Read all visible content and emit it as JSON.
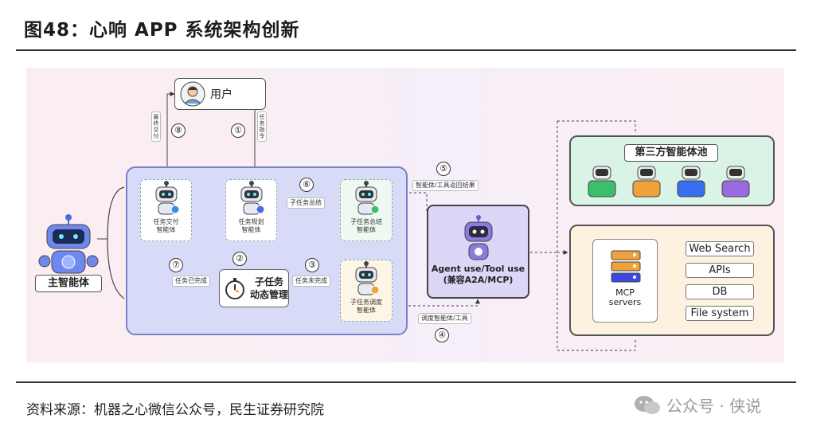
{
  "title": "图48：心响 APP 系统架构创新",
  "user": {
    "label": "用户"
  },
  "main_agent": {
    "label": "主智能体"
  },
  "agents": {
    "delivery": [
      "任务交付",
      "智能体"
    ],
    "planning": [
      "任务规划",
      "智能体"
    ],
    "summary": [
      "子任务总结",
      "智能体"
    ],
    "dispatch": [
      "子任务调度",
      "智能体"
    ]
  },
  "subtask_manager": {
    "line1": "子任务",
    "line2": "动态管理"
  },
  "steps": [
    "①",
    "②",
    "③",
    "④",
    "⑤",
    "⑥",
    "⑦",
    "⑧"
  ],
  "tags": {
    "step1": "任务指令",
    "step8": "最终交付",
    "step6": "子任务总结",
    "step7": "任务已完成",
    "step3": "任务未完成",
    "step5": "智能体/工具返回结果",
    "step4": "调度智能体/工具"
  },
  "tool_agent": {
    "line1": "Agent use/Tool use",
    "line2": "(兼容A2A/MCP)"
  },
  "third_party_pool": {
    "title": "第三方智能体池"
  },
  "mcp": {
    "line1": "MCP",
    "line2": "servers"
  },
  "resources": [
    "Web Search",
    "APIs",
    "DB",
    "File system"
  ],
  "source": "资料来源：机器之心微信公众号，民生证券研究院",
  "watermark": "公众号 · 侠说",
  "colors": {
    "main_box": "#d8dbf7",
    "tool_box": "#dcd6f7",
    "pool_box": "#d9f3e6",
    "mcp_box": "#fcf2df",
    "accent": "#7b80c9"
  }
}
